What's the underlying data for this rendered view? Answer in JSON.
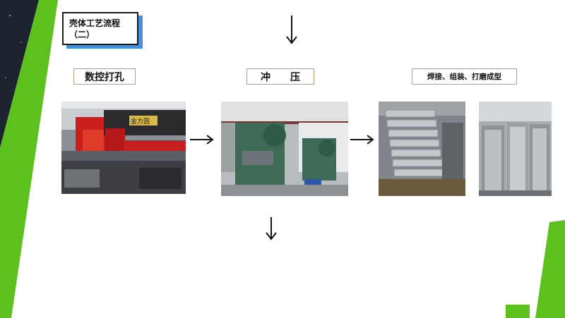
{
  "title": {
    "line1": "壳体工艺流程",
    "line2": "（二）"
  },
  "steps": [
    {
      "label": "数控打孔"
    },
    {
      "label": "冲　　压"
    },
    {
      "label": "焊接、组装、打磨成型"
    }
  ],
  "photo_labels": {
    "machine_brand": "金方圆"
  },
  "colors": {
    "accent_green": "#5cc11d",
    "dark_band": "#1c2430",
    "title_shadow": "#4a90d9",
    "label_border": "#c99a6b"
  }
}
